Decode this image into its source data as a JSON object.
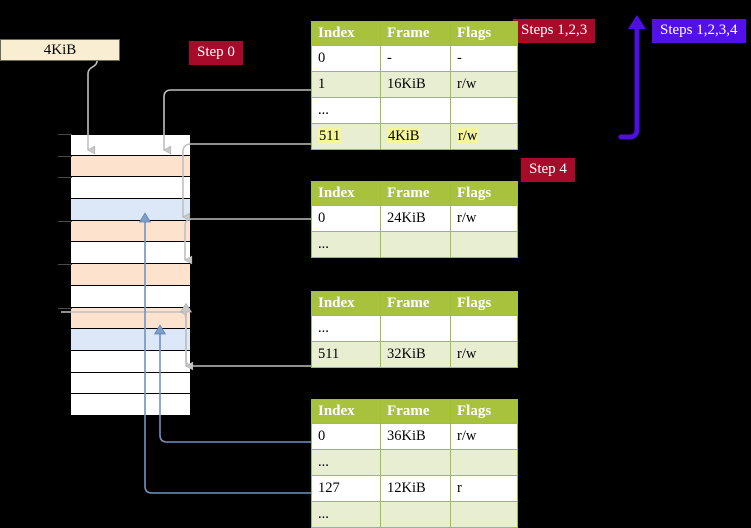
{
  "labels": {
    "kib_box": "4KiB",
    "step0": "Step 0",
    "steps123": "Steps 1,2,3",
    "steps1234": "Steps 1,2,3,4",
    "step4": "Step 4"
  },
  "colors": {
    "badge_red": "#a80a2a",
    "badge_blue": "#5410e8",
    "table_header": "#a8c23e",
    "table_alt_row": "#e8eed2",
    "highlight": "#f5f59a",
    "mem_peach": "#fde3ce",
    "mem_blue": "#dce8f7",
    "mem_white": "#ffffff",
    "kib_box_bg": "#faeed2",
    "gray_connector": "#b8b8b8",
    "blue_connector": "#6f93c4",
    "arrow_blue": "#5410e8"
  },
  "tables": [
    {
      "name": "page-table-level-1",
      "headers": [
        "Index",
        "Frame",
        "Flags"
      ],
      "rows": [
        {
          "cells": [
            "0",
            "-",
            "-"
          ],
          "style": "plain",
          "highlight": false
        },
        {
          "cells": [
            "1",
            "16KiB",
            "r/w"
          ],
          "style": "alt",
          "highlight": false
        },
        {
          "cells": [
            "...",
            "",
            ""
          ],
          "style": "plain",
          "highlight": false
        },
        {
          "cells": [
            "511",
            "4KiB",
            "r/w"
          ],
          "style": "alt",
          "highlight": true
        }
      ]
    },
    {
      "name": "page-table-level-2",
      "headers": [
        "Index",
        "Frame",
        "Flags"
      ],
      "rows": [
        {
          "cells": [
            "0",
            "24KiB",
            "r/w"
          ],
          "style": "plain",
          "highlight": false
        },
        {
          "cells": [
            "...",
            "",
            ""
          ],
          "style": "alt",
          "highlight": false
        }
      ]
    },
    {
      "name": "page-table-level-3",
      "headers": [
        "Index",
        "Frame",
        "Flags"
      ],
      "rows": [
        {
          "cells": [
            "...",
            "",
            ""
          ],
          "style": "plain",
          "highlight": false
        },
        {
          "cells": [
            "511",
            "32KiB",
            "r/w"
          ],
          "style": "alt",
          "highlight": false
        }
      ]
    },
    {
      "name": "page-table-level-4",
      "headers": [
        "Index",
        "Frame",
        "Flags"
      ],
      "rows": [
        {
          "cells": [
            "0",
            "36KiB",
            "r/w"
          ],
          "style": "plain",
          "highlight": false
        },
        {
          "cells": [
            "...",
            "",
            ""
          ],
          "style": "alt",
          "highlight": false
        },
        {
          "cells": [
            "127",
            "12KiB",
            "r"
          ],
          "style": "plain",
          "highlight": false
        },
        {
          "cells": [
            "...",
            "",
            ""
          ],
          "style": "alt",
          "highlight": false
        }
      ]
    }
  ],
  "memory_column": {
    "name": "physical-memory-frames",
    "rows": [
      {
        "fill": "white",
        "tick": true
      },
      {
        "fill": "peach",
        "tick": true
      },
      {
        "fill": "white",
        "tick": true
      },
      {
        "fill": "blue",
        "tick": false
      },
      {
        "fill": "peach",
        "tick": true
      },
      {
        "fill": "white",
        "tick": false
      },
      {
        "fill": "peach",
        "tick": true
      },
      {
        "fill": "white",
        "tick": false
      },
      {
        "fill": "peach",
        "tick": true
      },
      {
        "fill": "blue",
        "tick": false
      },
      {
        "fill": "white",
        "tick": false
      },
      {
        "fill": "white",
        "tick": false
      },
      {
        "fill": "white",
        "tick": false
      }
    ]
  }
}
